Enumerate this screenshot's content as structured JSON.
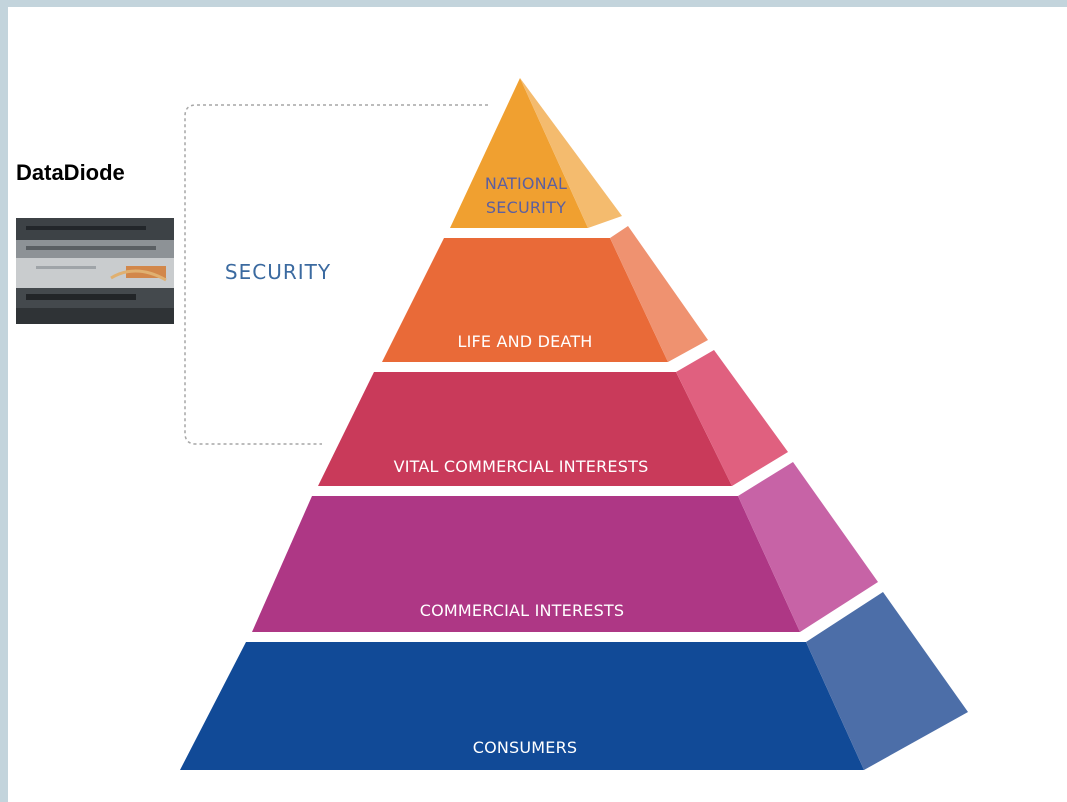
{
  "diagram": {
    "side_label": "DataDiode",
    "bracket_label": "SECURITY",
    "photo": {
      "icon": "server-rack-photo"
    },
    "levels": [
      {
        "id": "national-security",
        "lines": [
          "NATIONAL",
          "SECURITY"
        ],
        "color": "#f0a030",
        "side": "#f4bb6e",
        "text_color": "#5b5fa0"
      },
      {
        "id": "life-and-death",
        "lines": [
          "LIFE AND DEATH"
        ],
        "color": "#e96a38",
        "side": "#ef9270",
        "text_color": "#ffffff"
      },
      {
        "id": "vital-commercial-interests",
        "lines": [
          "VITAL COMMERCIAL INTERESTS"
        ],
        "color": "#c93a5a",
        "side": "#e0607f",
        "text_color": "#ffffff"
      },
      {
        "id": "commercial-interests",
        "lines": [
          "COMMERCIAL INTERESTS"
        ],
        "color": "#ae3785",
        "side": "#c763a6",
        "text_color": "#ffffff"
      },
      {
        "id": "consumers",
        "lines": [
          "CONSUMERS"
        ],
        "color": "#114a97",
        "side": "#4c6ea8",
        "text_color": "#ffffff"
      }
    ]
  }
}
